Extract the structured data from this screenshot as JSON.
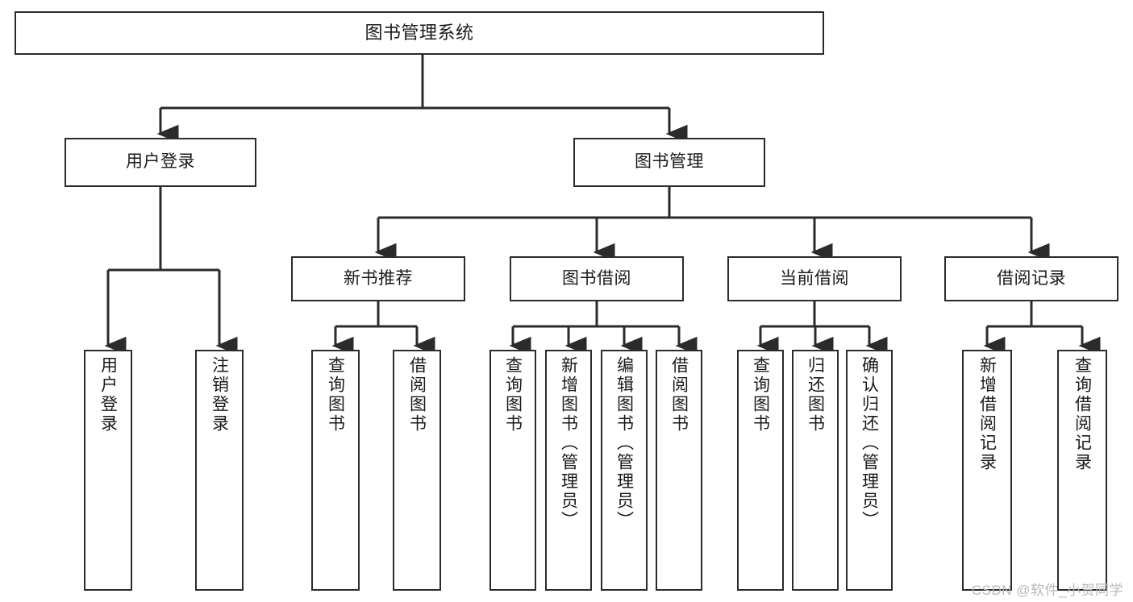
{
  "diagram": {
    "type": "tree-flowchart",
    "title": "图书管理系统",
    "watermark": "CSDN @软件_小贺同学",
    "colors": {
      "box_border": "#2b2b2b",
      "box_fill": "#ffffff",
      "connector": "#2b2b2b",
      "text": "#1a1a1a",
      "watermark": "#b9b9b9"
    },
    "nodes": {
      "root": {
        "label": "图书管理系统"
      },
      "level1": [
        {
          "id": "user-login",
          "label": "用户登录"
        },
        {
          "id": "book-management",
          "label": "图书管理"
        }
      ],
      "level2": [
        {
          "id": "new-book-recommend",
          "label": "新书推荐"
        },
        {
          "id": "book-borrow",
          "label": "图书借阅"
        },
        {
          "id": "current-borrow",
          "label": "当前借阅"
        },
        {
          "id": "borrow-record",
          "label": "借阅记录"
        }
      ],
      "leaves": {
        "user_login": [
          {
            "id": "leaf-user-login",
            "label": "用户登录"
          },
          {
            "id": "leaf-logout",
            "label": "注销登录"
          }
        ],
        "new_book_recommend": [
          {
            "id": "leaf-query-book-1",
            "label": "查询图书"
          },
          {
            "id": "leaf-borrow-book-1",
            "label": "借阅图书"
          }
        ],
        "book_borrow": [
          {
            "id": "leaf-query-book-2",
            "label": "查询图书"
          },
          {
            "id": "leaf-add-book-admin",
            "label": "新增图书（管理员）"
          },
          {
            "id": "leaf-edit-book-admin",
            "label": "编辑图书（管理员）"
          },
          {
            "id": "leaf-borrow-book-2",
            "label": "借阅图书"
          }
        ],
        "current_borrow": [
          {
            "id": "leaf-query-book-3",
            "label": "查询图书"
          },
          {
            "id": "leaf-return-book",
            "label": "归还图书"
          },
          {
            "id": "leaf-confirm-return-admin",
            "label": "确认归还（管理员）"
          }
        ],
        "borrow_record": [
          {
            "id": "leaf-add-borrow-record",
            "label": "新增借阅记录"
          },
          {
            "id": "leaf-query-borrow-record",
            "label": "查询借阅记录"
          }
        ]
      }
    }
  }
}
